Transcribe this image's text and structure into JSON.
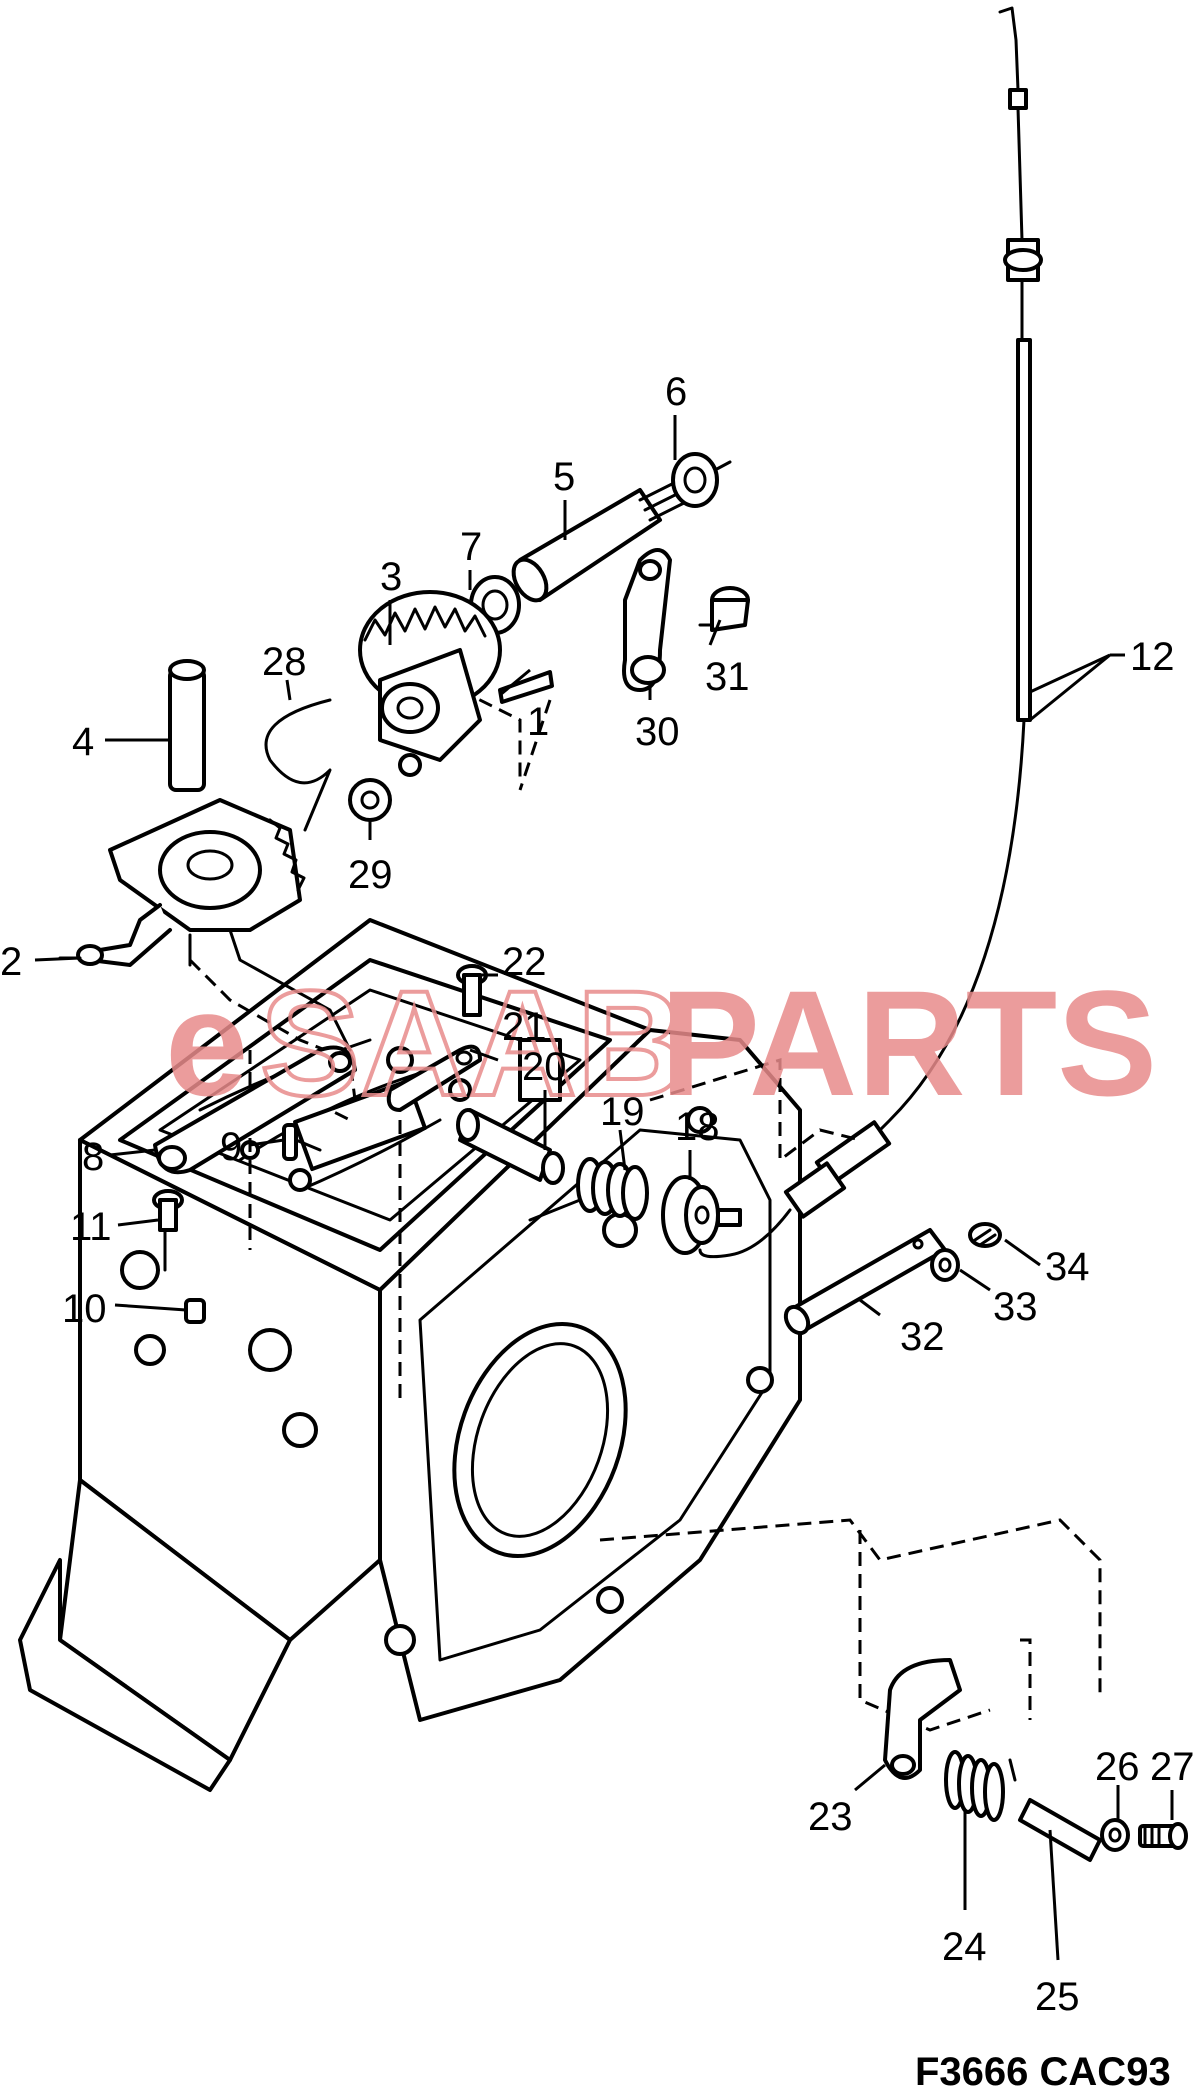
{
  "diagram": {
    "callouts": [
      "1",
      "2",
      "3",
      "4",
      "5",
      "6",
      "7",
      "8",
      "9",
      "10",
      "11",
      "12",
      "18",
      "19",
      "20",
      "21",
      "22",
      "23",
      "24",
      "25",
      "26",
      "27",
      "28",
      "29",
      "30",
      "31",
      "32",
      "33",
      "34"
    ],
    "watermark": {
      "prefix": "e",
      "brand": "SAAB",
      "suffix": "PARTS"
    },
    "figure_code": "F3666  CAC93"
  }
}
